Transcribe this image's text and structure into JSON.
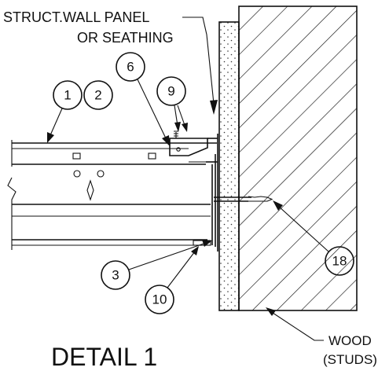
{
  "labels": {
    "panel_line1": "STRUCT.WALL PANEL",
    "panel_line2": "OR SEATHING",
    "wood_line1": "WOOD",
    "wood_line2": "(STUDS)",
    "detail_title": "DETAIL 1"
  },
  "callouts": [
    "1",
    "2",
    "6",
    "9",
    "3",
    "10",
    "18"
  ],
  "colors": {
    "ink": "#111111",
    "background": "#ffffff"
  }
}
